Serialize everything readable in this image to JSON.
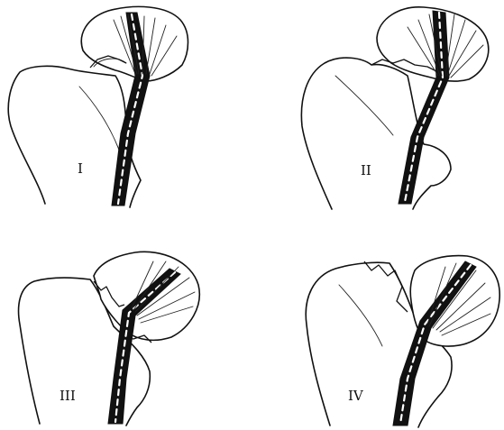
{
  "panels": [
    {
      "label": "I"
    },
    {
      "label": "II"
    },
    {
      "label": "III"
    },
    {
      "label": "IV"
    }
  ]
}
